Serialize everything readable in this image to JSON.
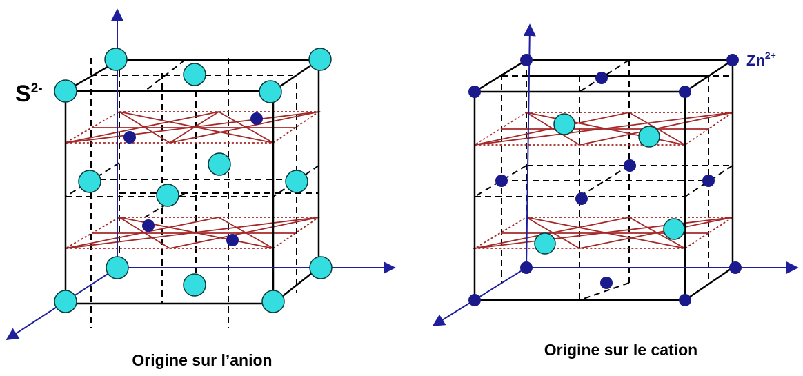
{
  "left_figure": {
    "ion_label": "S",
    "ion_charge": "2-",
    "caption": "Origine sur l’anion"
  },
  "right_figure": {
    "ion_label": "Zn",
    "ion_charge": "2+",
    "caption": "Origine sur le cation"
  },
  "colors": {
    "anion": "#33dde0",
    "cation": "#1a1a8c",
    "axis": "#1f1f9e",
    "cube_edge": "#000000",
    "plane": "#a52828"
  }
}
